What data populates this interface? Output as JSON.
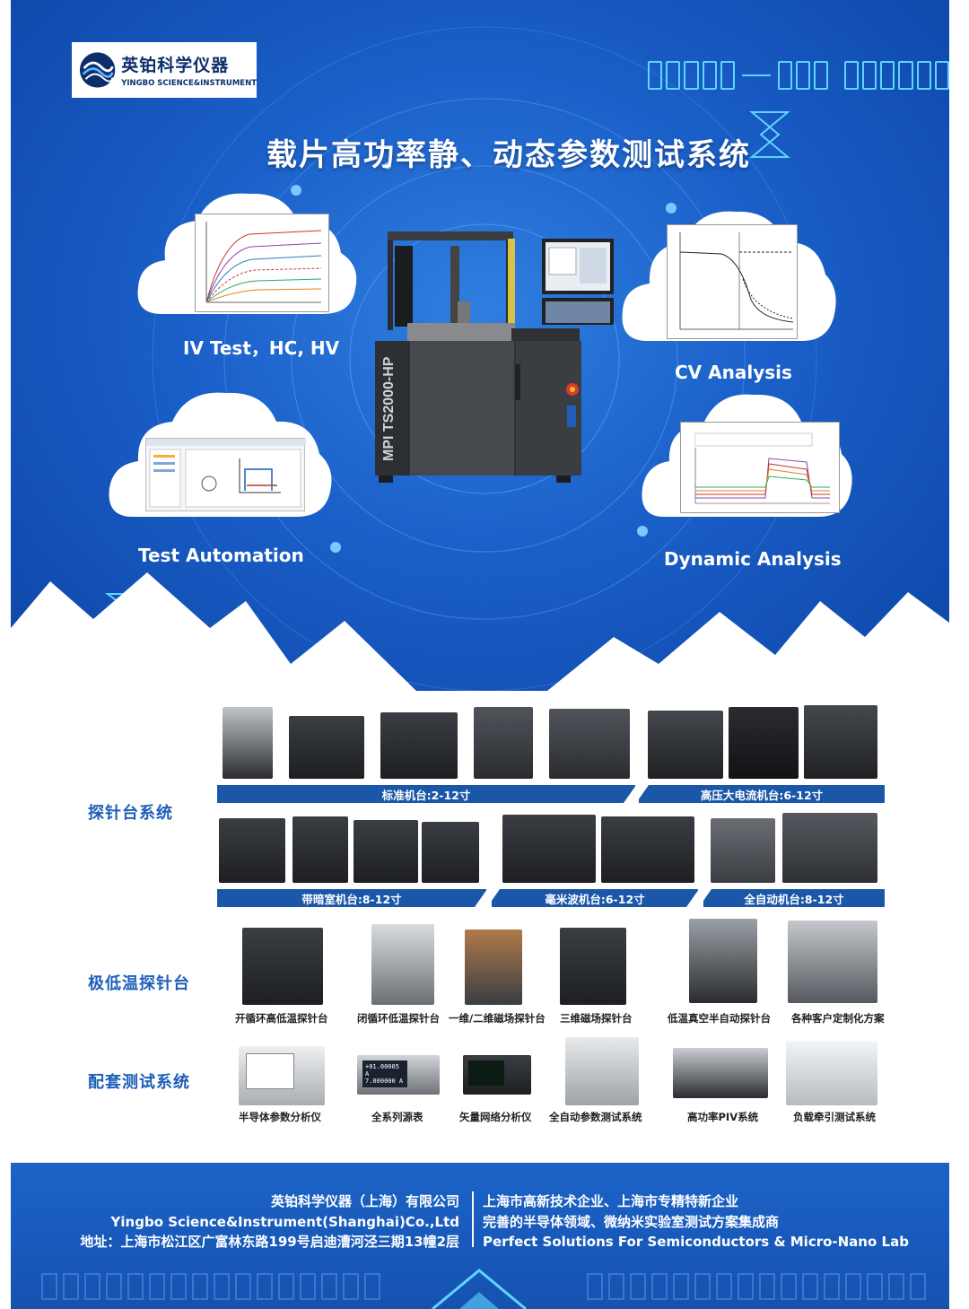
{
  "brand": {
    "name_cn": "英铂科学仪器",
    "name_en": "YINGBO SCIENCE&INSTRUMENT"
  },
  "hero": {
    "title": "载片高功率静、动态参数测试系统",
    "clouds": [
      {
        "label": "IV Test，HC, HV"
      },
      {
        "label": "CV Analysis"
      },
      {
        "label": "Test Automation"
      },
      {
        "label": "Dynamic Analysis"
      }
    ],
    "machine_label": "MPI TS2000-HP"
  },
  "products": {
    "probe_station_label": "探针台系统",
    "cryo_label": "极低温探针台",
    "test_system_label": "配套测试系统",
    "banners_row1": [
      "标准机台:2-12寸",
      "高压大电流机台:6-12寸"
    ],
    "banners_row2": [
      "带暗室机台:8-12寸",
      "毫米波机台:6-12寸",
      "全自动机台:8-12寸"
    ],
    "cryo_items": [
      "开循环高低温探针台",
      "闭循环低温探针台",
      "一维/二维磁场探针台",
      "三维磁场探针台",
      "低温真空半自动探针台",
      "各种客户定制化方案"
    ],
    "test_items": [
      "半导体参数分析仪",
      "全系列源表",
      "矢量网络分析仪",
      "全自动参数测试系统",
      "高功率PIV系统",
      "负载牵引测试系统"
    ],
    "source_meter_readout": [
      "+01.00005 A",
      "7.000000 A"
    ]
  },
  "footer": {
    "company_cn": "英铂科学仪器（上海）有限公司",
    "company_en": "Yingbo Science&Instrument(Shanghai)Co.,Ltd",
    "address": "地址：上海市松江区广富林东路199号启迪漕河泾三期13幢2层",
    "tag1": "上海市高新技术企业、上海市专精特新企业",
    "tag2": "完善的半导体领域、微纳米实验室测试方案集成商",
    "tag3": "Perfect Solutions For Semiconductors & Micro-Nano Lab"
  },
  "colors": {
    "hero_blue": "#1a5fc8",
    "label_blue": "#1f5fb8",
    "banner_blue": "#1a57a8",
    "accent_cyan": "#5fd4ff"
  }
}
